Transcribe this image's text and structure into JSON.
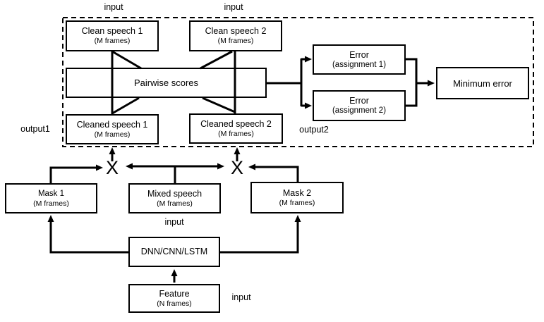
{
  "diagram": {
    "background_color": "#ffffff",
    "line_color": "#000000",
    "boxes": {
      "clean1": {
        "title": "Clean speech 1",
        "subtitle": "(M frames)"
      },
      "clean2": {
        "title": "Clean speech 2",
        "subtitle": "(M frames)"
      },
      "pairwise": {
        "title": "Pairwise scores"
      },
      "cleaned1": {
        "title": "Cleaned speech 1",
        "subtitle": "(M frames)"
      },
      "cleaned2": {
        "title": "Cleaned speech 2",
        "subtitle": "(M frames)"
      },
      "error1": {
        "title": "Error",
        "subtitle": "(assignment 1)"
      },
      "error2": {
        "title": "Error",
        "subtitle": "(assignment 2)"
      },
      "min_error": {
        "title": "Minimum error"
      },
      "mask1": {
        "title": "Mask 1",
        "subtitle": "(M frames)"
      },
      "mixed": {
        "title": "Mixed speech",
        "subtitle": "(M frames)"
      },
      "mask2": {
        "title": "Mask 2",
        "subtitle": "(M frames)"
      },
      "network": {
        "title": "DNN/CNN/LSTM"
      },
      "feature": {
        "title": "Feature",
        "subtitle": "(N frames)"
      }
    },
    "labels": {
      "input_top_left": "input",
      "input_top_right": "input",
      "output1": "output1",
      "output2": "output2",
      "input_mixed": "input",
      "input_feature": "input",
      "multiply_left": "X",
      "multiply_right": "X"
    }
  }
}
